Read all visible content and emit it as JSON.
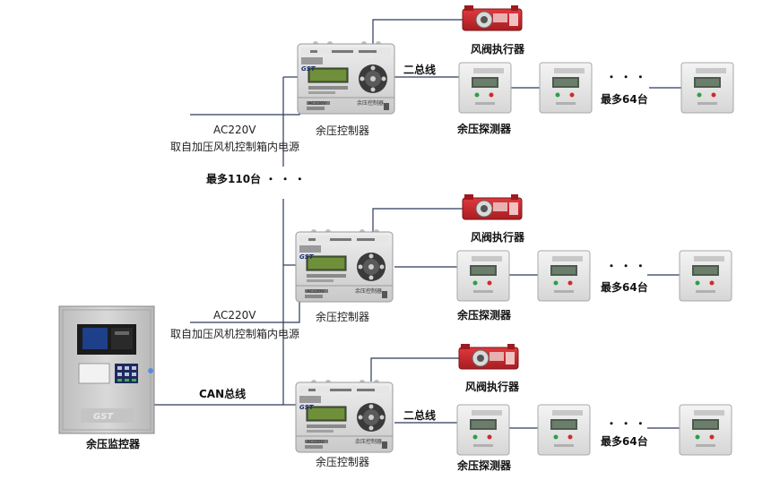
{
  "labels": {
    "ac_power": "AC220V",
    "power_source": "取自加压风机控制箱内电源",
    "controller": "余压控制器",
    "two_bus": "二总线",
    "damper_actuator": "风阀执行器",
    "detector": "余压探测器",
    "max_detectors": "最多64台",
    "max_controllers": "最多110台",
    "ellipsis": "・ ・ ・",
    "can_bus": "CAN总线",
    "monitor": "余压监控器"
  },
  "device": {
    "brand_logo": "GST",
    "controller_voltage_label": "AC220V",
    "controller_panel_label": "余压控制器"
  },
  "colors": {
    "wire": "#2b3a5a",
    "actuator_red": "#c8262b",
    "device_gray": "#d9d9d9",
    "screen_green": "#4a6b2a"
  }
}
